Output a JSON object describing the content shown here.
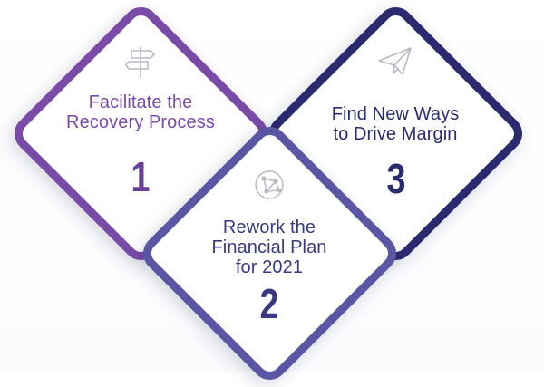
{
  "steps": [
    {
      "id": "1",
      "title_line1": "Facilitate the",
      "title_line2": "Recovery Process",
      "number": "1",
      "icon": "signpost-icon",
      "color": "#7a4ba6"
    },
    {
      "id": "2",
      "title_line1": "Rework the",
      "title_line2": "Financial Plan",
      "title_line3": "for 2021",
      "number": "2",
      "icon": "network-globe-icon",
      "color": "#5a56a4"
    },
    {
      "id": "3",
      "title_line1": "Find New Ways",
      "title_line2": "to Drive Margin",
      "number": "3",
      "icon": "paper-plane-icon",
      "color": "#2c2a6e"
    }
  ]
}
